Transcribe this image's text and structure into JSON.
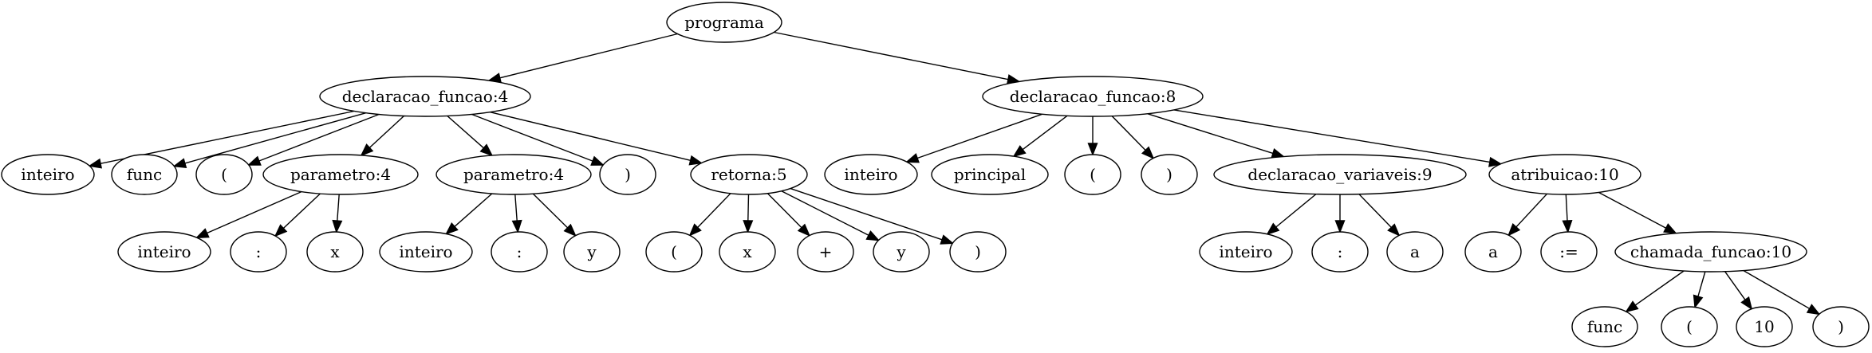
{
  "nodes": [
    {
      "id": "n_programa",
      "label": "programa"
    },
    {
      "id": "n_df4",
      "label": "declaracao_funcao:4"
    },
    {
      "id": "n_df8",
      "label": "declaracao_funcao:8"
    },
    {
      "id": "n_inteiro1",
      "label": "inteiro"
    },
    {
      "id": "n_func1",
      "label": "func"
    },
    {
      "id": "n_lp1",
      "label": "("
    },
    {
      "id": "n_param4a",
      "label": "parametro:4"
    },
    {
      "id": "n_param4b",
      "label": "parametro:4"
    },
    {
      "id": "n_rp1",
      "label": ")"
    },
    {
      "id": "n_retorna5",
      "label": "retorna:5"
    },
    {
      "id": "n_inteiro2",
      "label": "inteiro"
    },
    {
      "id": "n_colon1",
      "label": ":"
    },
    {
      "id": "n_x1",
      "label": "x"
    },
    {
      "id": "n_inteiro3",
      "label": "inteiro"
    },
    {
      "id": "n_colon2",
      "label": ":"
    },
    {
      "id": "n_y1",
      "label": "y"
    },
    {
      "id": "n_lp2",
      "label": "("
    },
    {
      "id": "n_x2",
      "label": "x"
    },
    {
      "id": "n_plus",
      "label": "+"
    },
    {
      "id": "n_y2",
      "label": "y"
    },
    {
      "id": "n_rp2",
      "label": ")"
    },
    {
      "id": "n_inteiro4",
      "label": "inteiro"
    },
    {
      "id": "n_principal",
      "label": "principal"
    },
    {
      "id": "n_lp3",
      "label": "("
    },
    {
      "id": "n_rp3",
      "label": ")"
    },
    {
      "id": "n_declvar9",
      "label": "declaracao_variaveis:9"
    },
    {
      "id": "n_atrib10",
      "label": "atribuicao:10"
    },
    {
      "id": "n_inteiro5",
      "label": "inteiro"
    },
    {
      "id": "n_colon3",
      "label": ":"
    },
    {
      "id": "n_a1",
      "label": "a"
    },
    {
      "id": "n_a2",
      "label": "a"
    },
    {
      "id": "n_assign",
      "label": ":="
    },
    {
      "id": "n_chamada10",
      "label": "chamada_funcao:10"
    },
    {
      "id": "n_func2",
      "label": "func"
    },
    {
      "id": "n_lp4",
      "label": "("
    },
    {
      "id": "n_ten",
      "label": "10"
    },
    {
      "id": "n_rp4",
      "label": ")"
    }
  ],
  "edges": [
    [
      "n_programa",
      "n_df4"
    ],
    [
      "n_programa",
      "n_df8"
    ],
    [
      "n_df4",
      "n_inteiro1"
    ],
    [
      "n_df4",
      "n_func1"
    ],
    [
      "n_df4",
      "n_lp1"
    ],
    [
      "n_df4",
      "n_param4a"
    ],
    [
      "n_df4",
      "n_param4b"
    ],
    [
      "n_df4",
      "n_rp1"
    ],
    [
      "n_df4",
      "n_retorna5"
    ],
    [
      "n_param4a",
      "n_inteiro2"
    ],
    [
      "n_param4a",
      "n_colon1"
    ],
    [
      "n_param4a",
      "n_x1"
    ],
    [
      "n_param4b",
      "n_inteiro3"
    ],
    [
      "n_param4b",
      "n_colon2"
    ],
    [
      "n_param4b",
      "n_y1"
    ],
    [
      "n_retorna5",
      "n_lp2"
    ],
    [
      "n_retorna5",
      "n_x2"
    ],
    [
      "n_retorna5",
      "n_plus"
    ],
    [
      "n_retorna5",
      "n_y2"
    ],
    [
      "n_retorna5",
      "n_rp2"
    ],
    [
      "n_df8",
      "n_inteiro4"
    ],
    [
      "n_df8",
      "n_principal"
    ],
    [
      "n_df8",
      "n_lp3"
    ],
    [
      "n_df8",
      "n_rp3"
    ],
    [
      "n_df8",
      "n_declvar9"
    ],
    [
      "n_df8",
      "n_atrib10"
    ],
    [
      "n_declvar9",
      "n_inteiro5"
    ],
    [
      "n_declvar9",
      "n_colon3"
    ],
    [
      "n_declvar9",
      "n_a1"
    ],
    [
      "n_atrib10",
      "n_a2"
    ],
    [
      "n_atrib10",
      "n_assign"
    ],
    [
      "n_atrib10",
      "n_chamada10"
    ],
    [
      "n_chamada10",
      "n_func2"
    ],
    [
      "n_chamada10",
      "n_lp4"
    ],
    [
      "n_chamada10",
      "n_ten"
    ],
    [
      "n_chamada10",
      "n_rp4"
    ]
  ]
}
